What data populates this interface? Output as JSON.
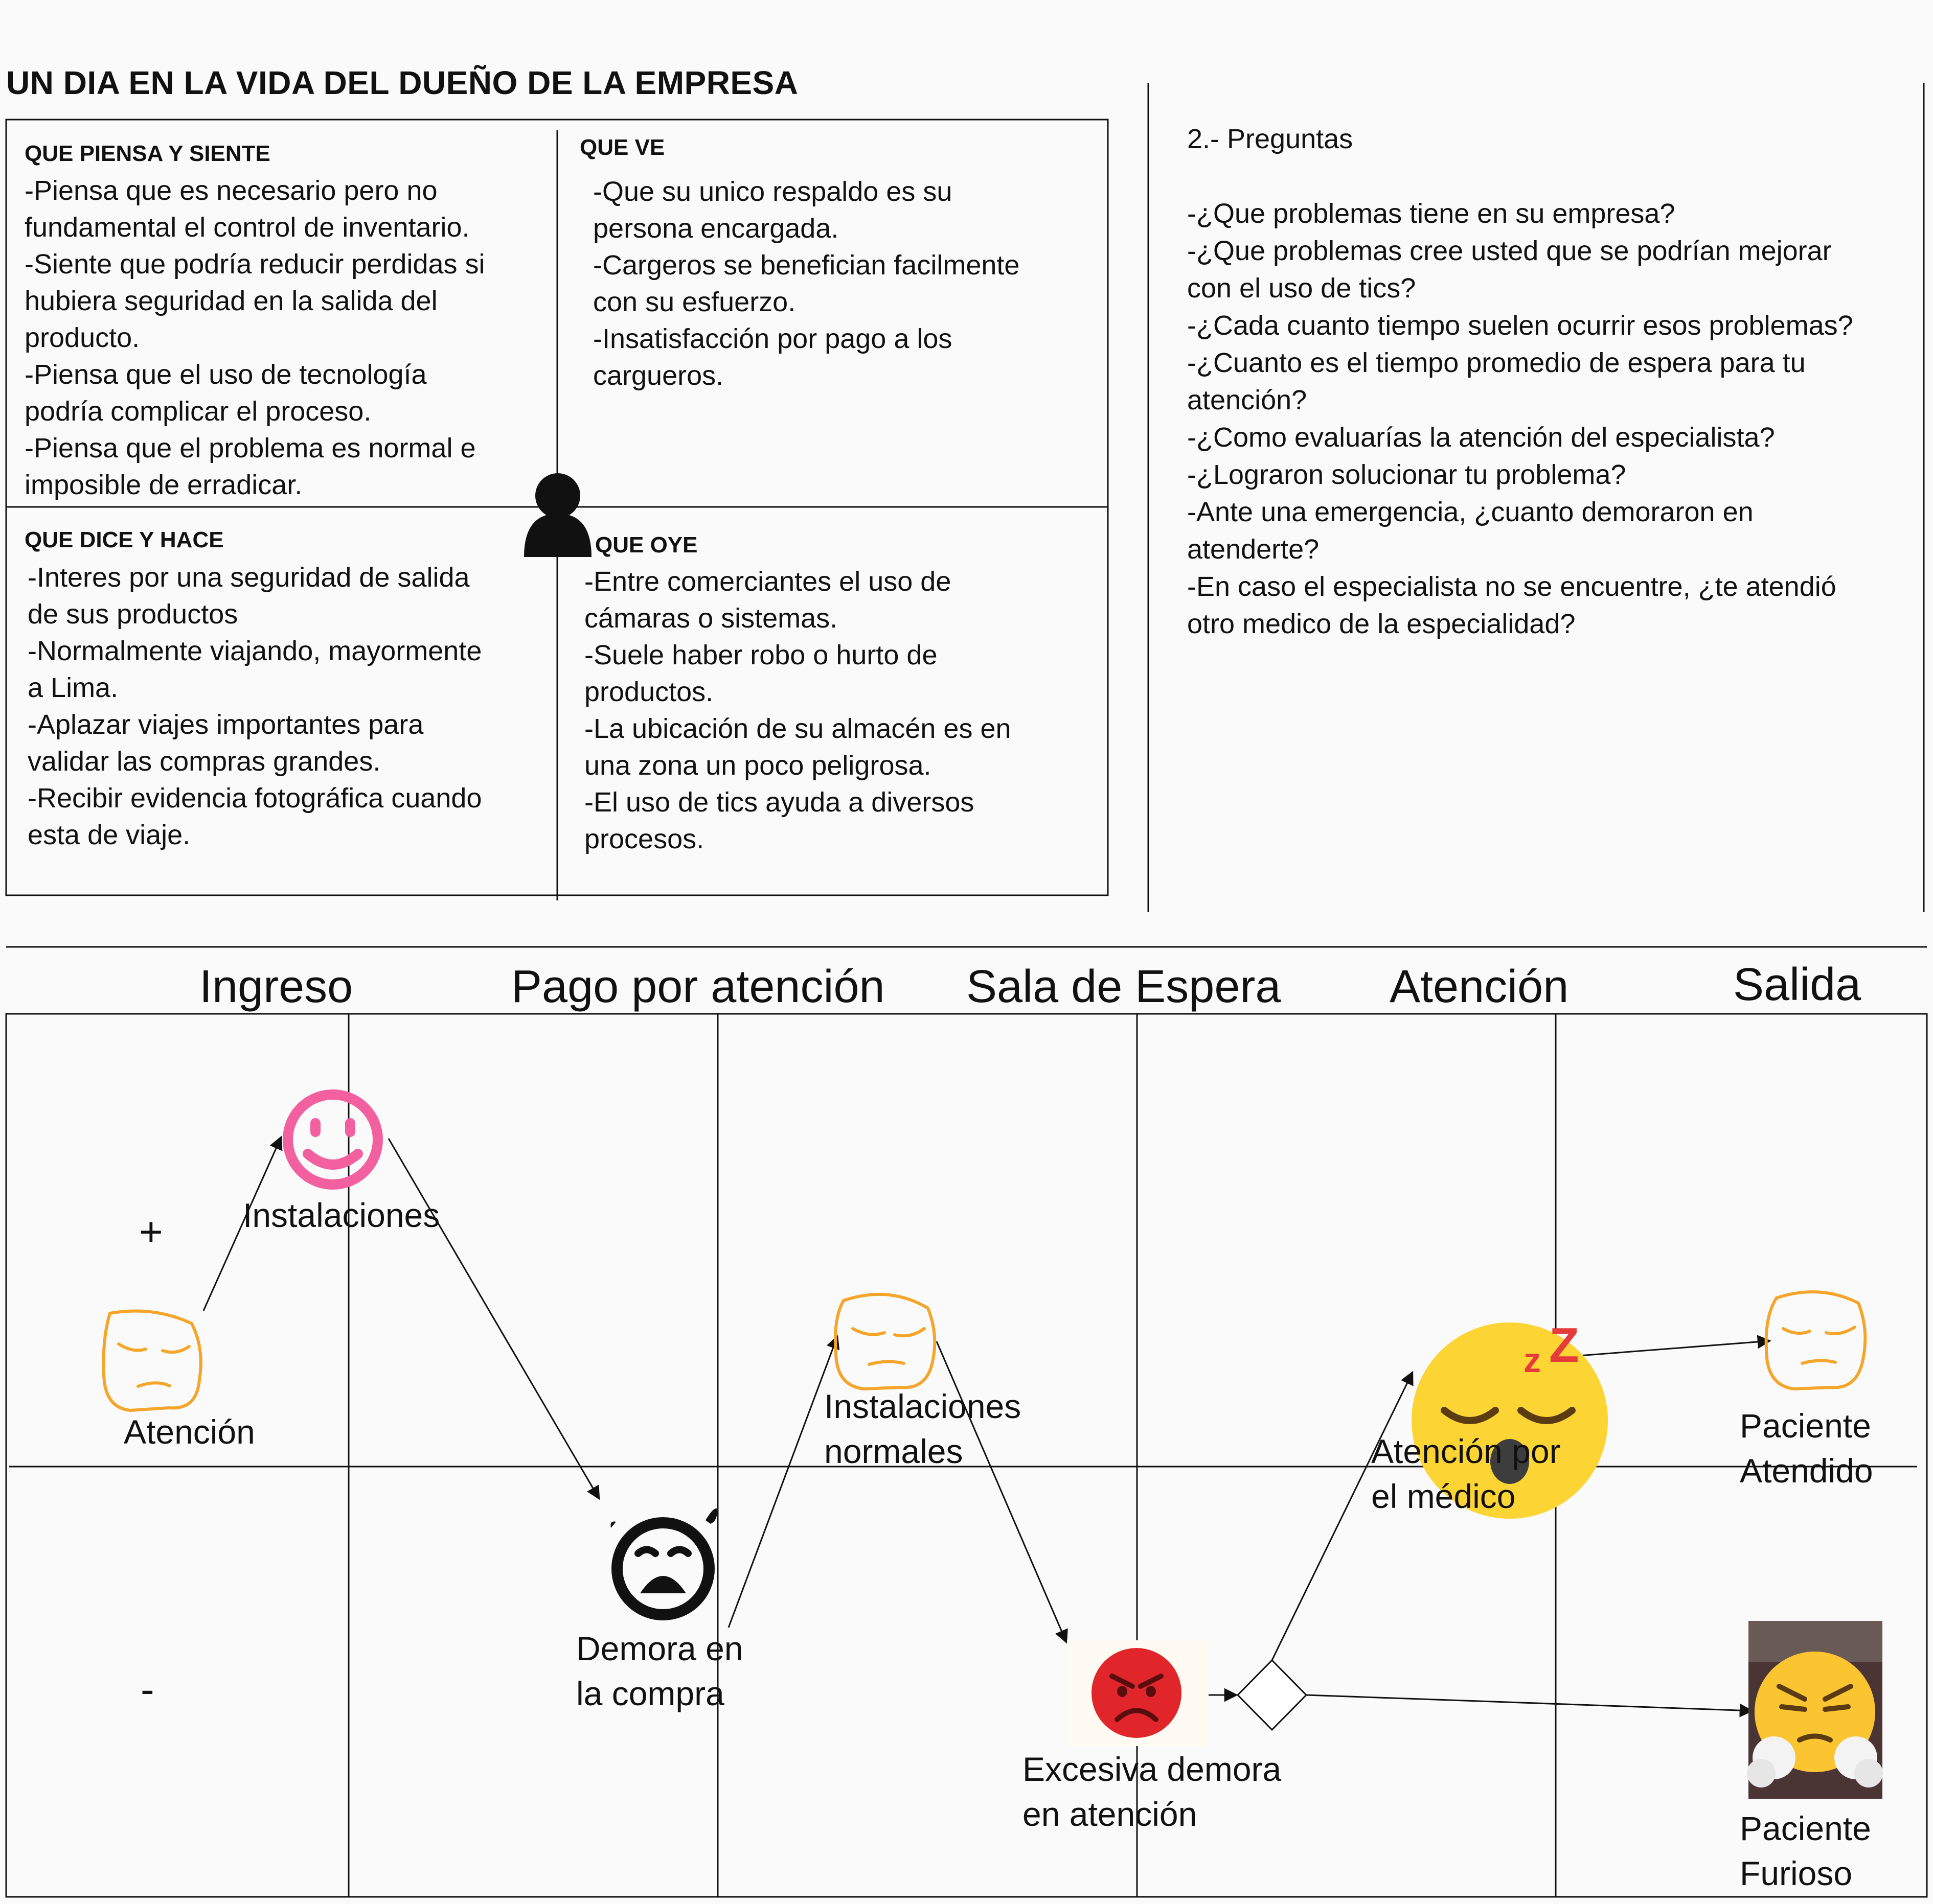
{
  "title": "UN DIA EN LA VIDA DEL DUEÑO DE LA EMPRESA",
  "empathy_map": {
    "thinks_feels": {
      "label": "QUE PIENSA Y SIENTE",
      "lines": [
        "-Piensa que es necesario pero no",
        "fundamental el control de inventario.",
        "-Siente que podría reducir perdidas si",
        "hubiera seguridad en la salida del",
        "producto.",
        "-Piensa que el uso de tecnología",
        "podría complicar el proceso.",
        "-Piensa que el problema es normal e",
        "imposible de erradicar."
      ]
    },
    "sees": {
      "label": "QUE VE",
      "lines": [
        "-Que su unico respaldo es su",
        "persona encargada.",
        "-Cargeros se benefician facilmente",
        "con su esfuerzo.",
        "-Insatisfacción por pago a los",
        "cargueros."
      ]
    },
    "says_does": {
      "label": "QUE DICE Y HACE",
      "lines": [
        "-Interes por una seguridad de salida",
        "de sus productos",
        "-Normalmente viajando, mayormente",
        "a Lima.",
        "-Aplazar viajes importantes para",
        "validar las compras grandes.",
        "-Recibir evidencia fotográfica cuando",
        "esta de viaje."
      ]
    },
    "hears": {
      "label": "QUE OYE",
      "lines": [
        "-Entre comerciantes el uso de",
        "cámaras o sistemas.",
        "-Suele haber robo o hurto de",
        "productos.",
        "-La ubicación de su almacén es en",
        "una zona un poco peligrosa.",
        "-El uso de tics ayuda a diversos",
        "procesos."
      ]
    },
    "center_icon": "person-icon"
  },
  "questions": {
    "heading": "2.- Preguntas",
    "lines": [
      "-¿Que problemas tiene en su empresa?",
      "-¿Que problemas cree usted que se podrían mejorar",
      "con el uso de tics?",
      "-¿Cada cuanto tiempo suelen ocurrir esos problemas?",
      "-¿Cuanto es el tiempo promedio de espera para tu",
      "atención?",
      "-¿Como evaluarías la atención del especialista?",
      "-¿Lograron solucionar tu problema?",
      "-Ante una emergencia, ¿cuanto demoraron en",
      "atenderte?",
      "-En caso el especialista no se encuentre, ¿te atendió",
      "otro medico de la especialidad?"
    ]
  },
  "journey": {
    "stages": [
      "Ingreso",
      "Pago por atención",
      "Sala de Espera",
      "Atención",
      "Salida"
    ],
    "plus_sign": "+",
    "minus_sign": "-",
    "points": [
      {
        "lines": [
          "Atención"
        ],
        "icon": "neutral-face-icon"
      },
      {
        "lines": [
          "Instalaciones"
        ],
        "icon": "smiley-icon"
      },
      {
        "lines": [
          "Demora en",
          "la compra"
        ],
        "icon": "crying-face-icon"
      },
      {
        "lines": [
          "Instalaciones",
          "normales"
        ],
        "icon": "neutral-face-icon"
      },
      {
        "lines": [
          "Excesiva demora",
          "en atención"
        ],
        "icon": "angry-face-icon"
      },
      {
        "lines": [
          "Atención por",
          "el médico"
        ],
        "icon": "sleeping-face-icon"
      },
      {
        "lines": [
          "Paciente",
          "Atendido"
        ],
        "icon": "neutral-face-icon"
      },
      {
        "lines": [
          "Paciente",
          "Furioso"
        ],
        "icon": "furious-face-icon"
      }
    ],
    "decision_icon": "decision-diamond-icon",
    "colors": {
      "neutral": "#f4a52a",
      "smiley": "#f2609f",
      "angry": "#e0262a",
      "sleepy": "#fcd434",
      "zz": "#e53b3b"
    }
  }
}
